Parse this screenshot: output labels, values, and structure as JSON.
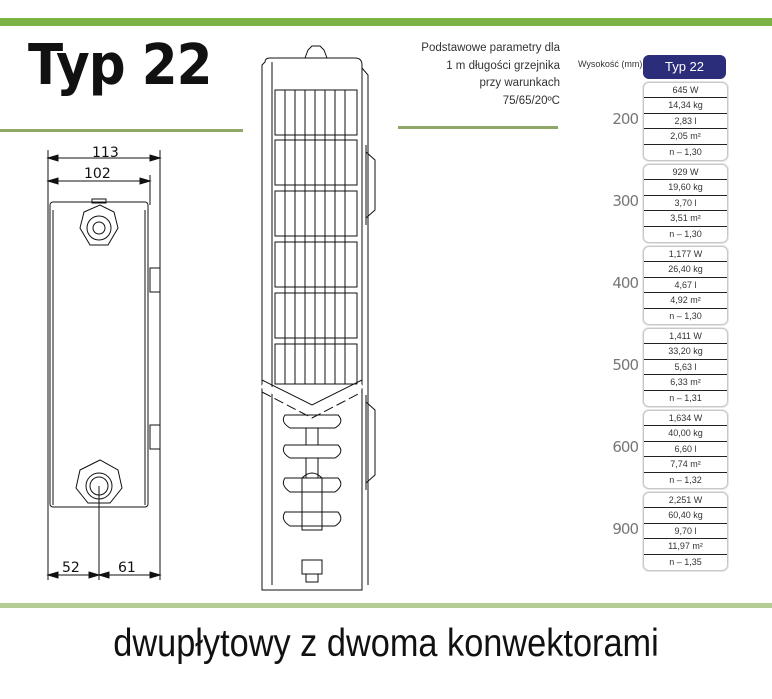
{
  "header": {
    "title": "Typ 22",
    "params_lines": [
      "Podstawowe parametry dla",
      "1 m długości grzejnika",
      "przy warunkach",
      "75/65/20ºC"
    ]
  },
  "dimensions": {
    "overall_depth": "113",
    "panel_depth": "102",
    "left_offset": "52",
    "right_offset": "61"
  },
  "table": {
    "height_column_label": "Wysokość (mm)",
    "type_label": "Typ 22",
    "accent_color": "#2b2d7a",
    "rows": [
      {
        "height": "200",
        "power": "645 W",
        "weight": "14,34 kg",
        "volume": "2,83 l",
        "area": "2,05 m²",
        "exponent": "n – 1,30"
      },
      {
        "height": "300",
        "power": "929 W",
        "weight": "19,60 kg",
        "volume": "3,70 l",
        "area": "3,51 m²",
        "exponent": "n – 1,30"
      },
      {
        "height": "400",
        "power": "1,177 W",
        "weight": "26,40 kg",
        "volume": "4,67 l",
        "area": "4,92 m²",
        "exponent": "n – 1,30"
      },
      {
        "height": "500",
        "power": "1,411 W",
        "weight": "33,20 kg",
        "volume": "5,63 l",
        "area": "6,33 m²",
        "exponent": "n – 1,31"
      },
      {
        "height": "600",
        "power": "1,634 W",
        "weight": "40,00 kg",
        "volume": "6,60 l",
        "area": "7,74 m²",
        "exponent": "n – 1,32"
      },
      {
        "height": "900",
        "power": "2,251 W",
        "weight": "60,40 kg",
        "volume": "9,70 l",
        "area": "11,97 m²",
        "exponent": "n – 1,35"
      }
    ]
  },
  "footer": {
    "subtitle": "dwupłytowy z dwoma konwektorami"
  },
  "colors": {
    "green_bar": "#7cb342",
    "green_rule": "#8fa86a",
    "bottom_bar": "#b4cc96"
  }
}
